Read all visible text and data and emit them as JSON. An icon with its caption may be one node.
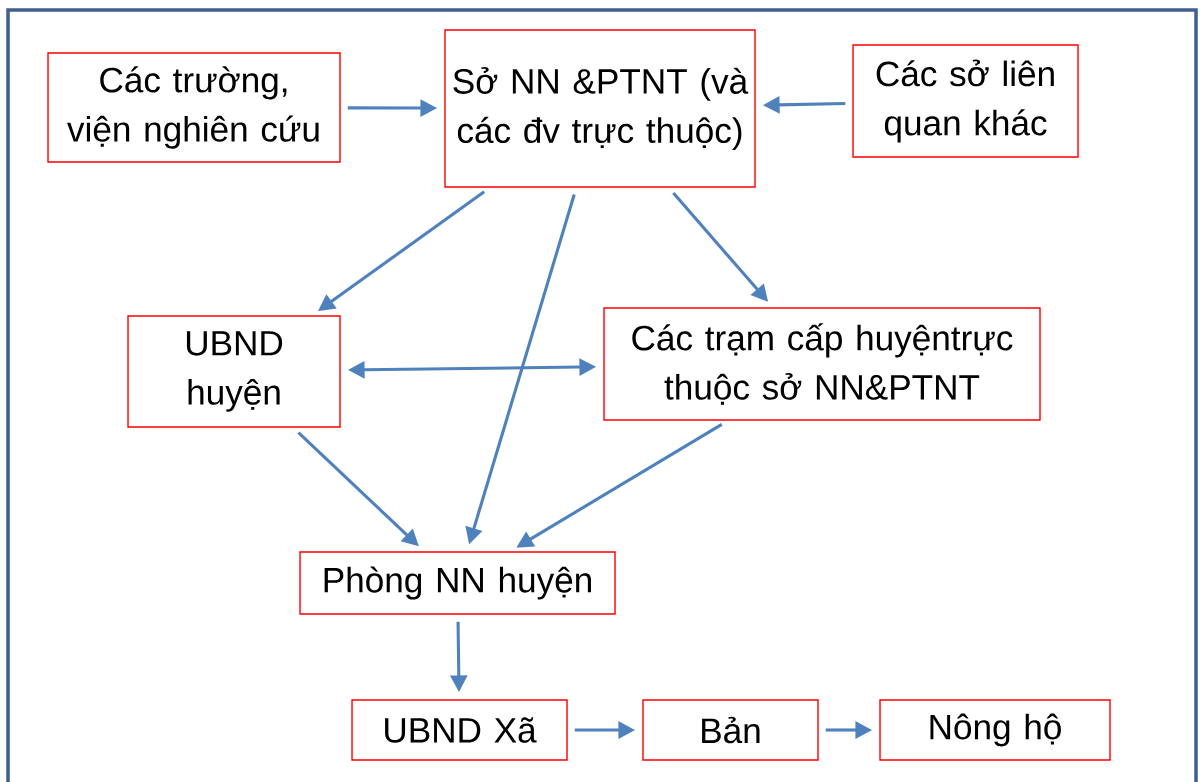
{
  "diagram": {
    "nodes": [
      {
        "text": [
          "Các trường, viện nghiên cứu"
        ]
      },
      {
        "text": [
          "Sở NN &PTNT (và các đv trực thuộc)"
        ]
      },
      {
        "text": [
          "Các sở liên quan khác"
        ]
      },
      {
        "text": [
          "UBND huyện"
        ]
      },
      {
        "text": [
          "Các trạm cấp huyệntrực thuộc sở NN&PTNT"
        ]
      },
      {
        "text": [
          "Phòng NN huyện"
        ]
      },
      {
        "text": [
          "UBND Xã"
        ]
      },
      {
        "text": [
          "Bản"
        ]
      },
      {
        "text": [
          "Nông hộ"
        ]
      }
    ],
    "edges": [
      {
        "from": 0,
        "to": 1,
        "arrow": "to"
      },
      {
        "from": 2,
        "to": 1,
        "arrow": "to"
      },
      {
        "from": 1,
        "to": 3,
        "arrow": "to"
      },
      {
        "from": 1,
        "to": 5,
        "arrow": "to"
      },
      {
        "from": 1,
        "to": 4,
        "arrow": "to"
      },
      {
        "from": 3,
        "to": 4,
        "arrow": "both"
      },
      {
        "from": 3,
        "to": 5,
        "arrow": "to"
      },
      {
        "from": 4,
        "to": 5,
        "arrow": "to"
      },
      {
        "from": 5,
        "to": 6,
        "arrow": "to"
      },
      {
        "from": 6,
        "to": 7,
        "arrow": "to"
      },
      {
        "from": 7,
        "to": 8,
        "arrow": "to"
      }
    ]
  }
}
